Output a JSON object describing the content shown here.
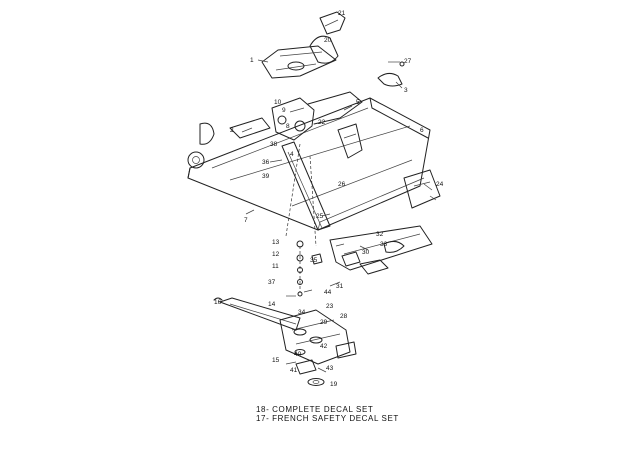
{
  "diagram": {
    "captions": [
      "18- COMPLETE DECAL SET",
      "17- FRENCH SAFETY DECAL SET"
    ],
    "callouts": [
      {
        "label": "21"
      },
      {
        "label": "20"
      },
      {
        "label": "1"
      },
      {
        "label": "27"
      },
      {
        "label": "3"
      },
      {
        "label": "10"
      },
      {
        "label": "9"
      },
      {
        "label": "2"
      },
      {
        "label": "8"
      },
      {
        "label": "5"
      },
      {
        "label": "22"
      },
      {
        "label": "38"
      },
      {
        "label": "6"
      },
      {
        "label": "4"
      },
      {
        "label": "26"
      },
      {
        "label": "36"
      },
      {
        "label": "39"
      },
      {
        "label": "25"
      },
      {
        "label": "13"
      },
      {
        "label": "35"
      },
      {
        "label": "32"
      },
      {
        "label": "33"
      },
      {
        "label": "30"
      },
      {
        "label": "31"
      },
      {
        "label": "12"
      },
      {
        "label": "11"
      },
      {
        "label": "14"
      },
      {
        "label": "44"
      },
      {
        "label": "23"
      },
      {
        "label": "34"
      },
      {
        "label": "28"
      },
      {
        "label": "29"
      },
      {
        "label": "40"
      },
      {
        "label": "42"
      },
      {
        "label": "43"
      },
      {
        "label": "19"
      },
      {
        "label": "7"
      },
      {
        "label": "15"
      },
      {
        "label": "16"
      },
      {
        "label": "37"
      },
      {
        "label": "24"
      },
      {
        "label": "41"
      }
    ]
  }
}
